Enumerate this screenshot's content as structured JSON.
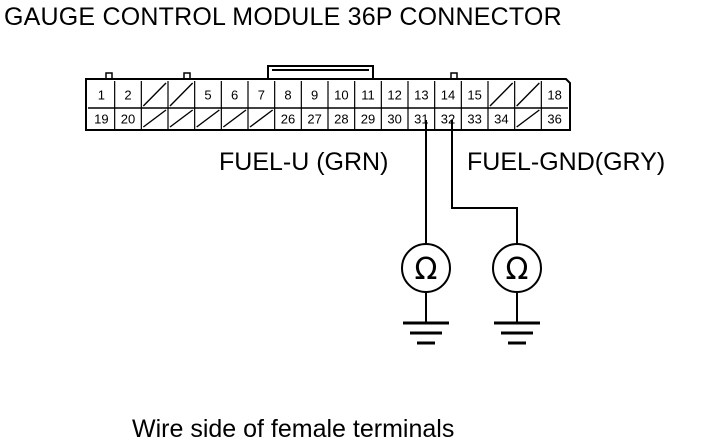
{
  "title": "GAUGE CONTROL MODULE 36P CONNECTOR",
  "connector": {
    "top_row": [
      "1",
      "2",
      "",
      "",
      "5",
      "6",
      "7",
      "8",
      "9",
      "10",
      "11",
      "12",
      "13",
      "14",
      "15",
      "",
      "",
      "18"
    ],
    "bottom_row": [
      "19",
      "20",
      "",
      "",
      "",
      "",
      "",
      "26",
      "27",
      "28",
      "29",
      "30",
      "31",
      "32",
      "33",
      "34",
      "",
      "36"
    ]
  },
  "probes": [
    {
      "label": "FUEL-U (GRN)",
      "pin": "31",
      "symbol": "Ω"
    },
    {
      "label": "FUEL-GND(GRY)",
      "pin": "32",
      "symbol": "Ω"
    }
  ],
  "caption": "Wire side of female terminals"
}
